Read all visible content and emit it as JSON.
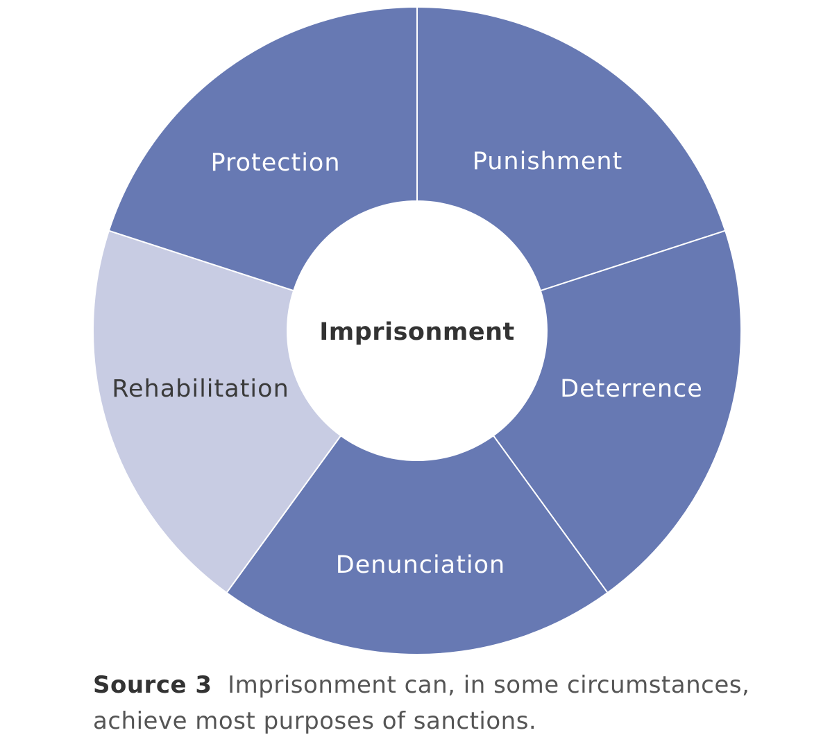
{
  "diagram": {
    "center_label": "Imprisonment",
    "segments": [
      {
        "label": "Punishment",
        "color": "#6779b3"
      },
      {
        "label": "Deterrence",
        "color": "#6779b3"
      },
      {
        "label": "Denunciation",
        "color": "#6779b3"
      },
      {
        "label": "Rehabilitation",
        "color": "#c8cce3"
      },
      {
        "label": "Protection",
        "color": "#6779b3"
      }
    ]
  },
  "caption": {
    "source": "Source 3",
    "text": "Imprisonment can, in some circumstances, achieve most purposes of sanctions."
  }
}
